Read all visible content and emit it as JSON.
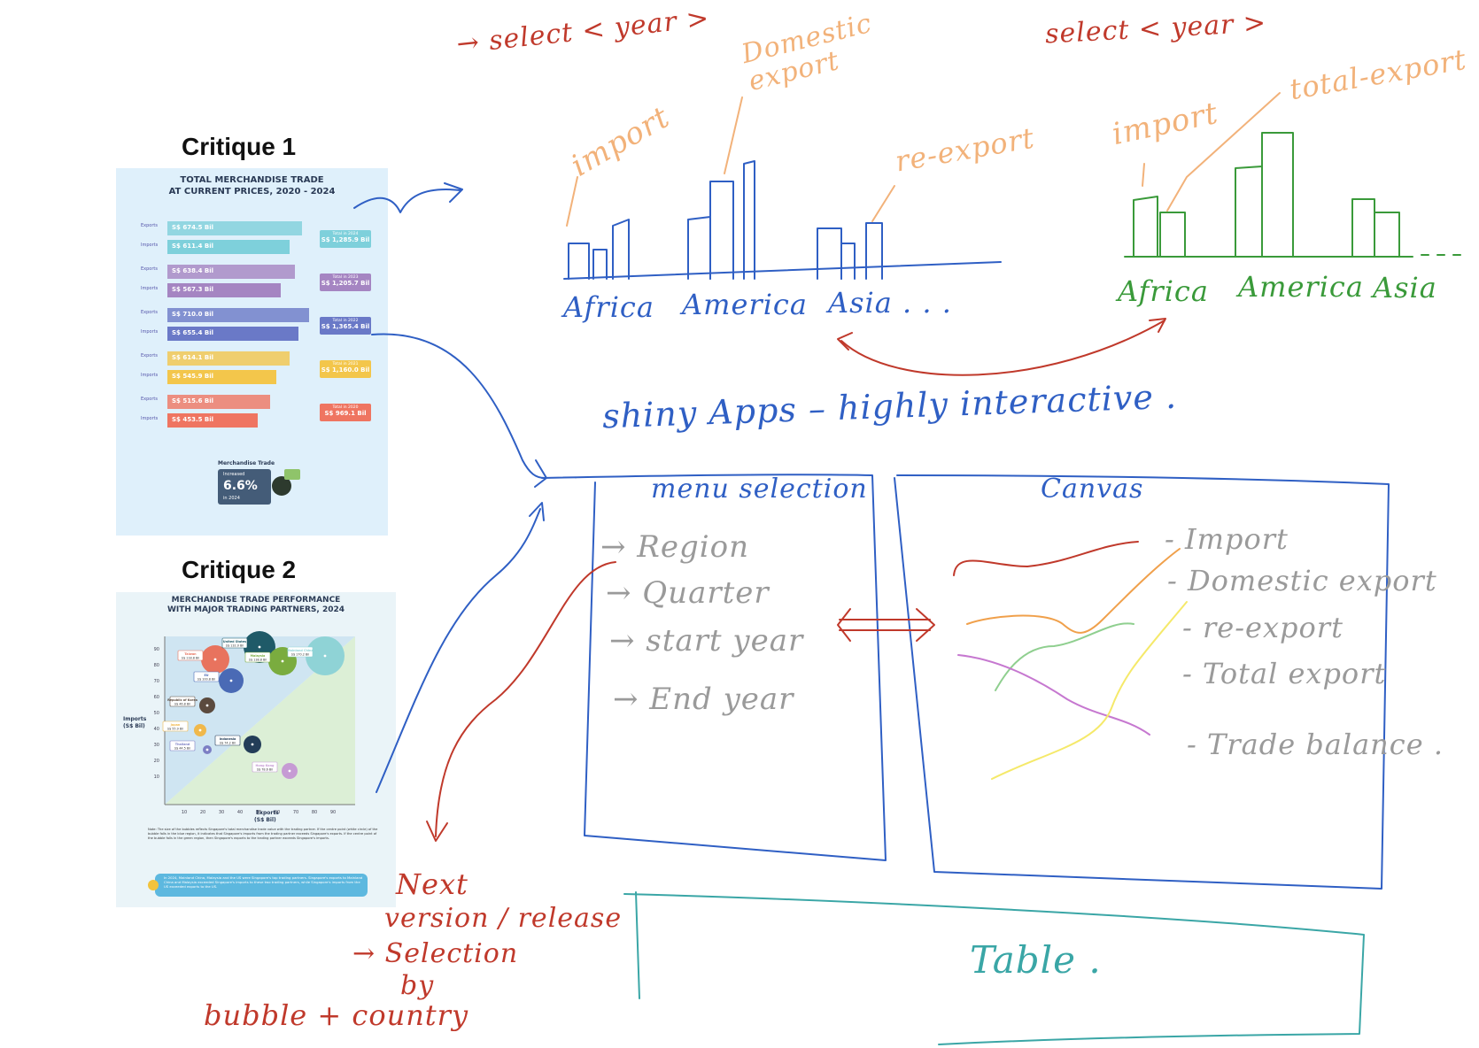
{
  "critiques": {
    "c1": {
      "heading": "Critique 1",
      "title_line1": "TOTAL MERCHANDISE TRADE",
      "title_line2": "AT CURRENT PRICES, 2020 - 2024",
      "rows": [
        {
          "exports": "S$ 674.5 Bil",
          "imports": "S$ 611.4 Bil",
          "total_label": "Total in 2024",
          "total": "S$ 1,285.9 Bil",
          "color": "#7ed0db"
        },
        {
          "exports": "S$ 638.4 Bil",
          "imports": "S$ 567.3 Bil",
          "total_label": "Total in 2023",
          "total": "S$ 1,205.7 Bil",
          "color": "#a585c2"
        },
        {
          "exports": "S$ 710.0 Bil",
          "imports": "S$ 655.4 Bil",
          "total_label": "Total in 2022",
          "total": "S$ 1,365.4 Bil",
          "color": "#6a79c7"
        },
        {
          "exports": "S$ 614.1 Bil",
          "imports": "S$ 545.9 Bil",
          "total_label": "Total in 2021",
          "total": "S$ 1,160.0 Bil",
          "color": "#f3c64b"
        },
        {
          "exports": "S$ 515.6 Bil",
          "imports": "S$ 453.5 Bil",
          "total_label": "Total in 2020",
          "total": "S$ 969.1 Bil",
          "color": "#ef7561"
        }
      ],
      "exports_label": "Exports",
      "imports_label": "Imports",
      "badge_title": "Merchandise Trade",
      "badge_line1": "Increased",
      "badge_value": "6.6%",
      "badge_line2": "in 2024"
    },
    "c2": {
      "heading": "Critique 2",
      "title_line1": "MERCHANDISE TRADE PERFORMANCE",
      "title_line2": "WITH MAJOR TRADING PARTNERS, 2024",
      "y_label1": "Imports",
      "y_label2": "(S$ Bil)",
      "x_label1": "Exports",
      "x_label2": "(S$ Bil)",
      "y_ticks": [
        "90",
        "80",
        "70",
        "60",
        "50",
        "40",
        "30",
        "20",
        "10"
      ],
      "x_ticks": [
        "10",
        "20",
        "30",
        "40",
        "50",
        "60",
        "70",
        "80",
        "90"
      ],
      "bubbles": [
        {
          "name": "Taiwan",
          "value": "S$ 118.8 Bil",
          "color": "#e8735e"
        },
        {
          "name": "United States",
          "value": "S$ 132.0 Bil",
          "color": "#1f5a68"
        },
        {
          "name": "Malaysia",
          "value": "S$ 138.8 Bil",
          "color": "#7aac3f"
        },
        {
          "name": "Mainland China",
          "value": "S$ 170.2 Bil",
          "color": "#8fd3d6"
        },
        {
          "name": "EU",
          "value": "S$ 100.8 Bil",
          "color": "#4a6ab5"
        },
        {
          "name": "Republic of Korea",
          "value": "S$ 46.8 Bil",
          "color": "#5b4a3e"
        },
        {
          "name": "Japan",
          "value": "S$ 55.9 Bil",
          "color": "#f0b84b"
        },
        {
          "name": "Thailand",
          "value": "S$ 44.5 Bil",
          "color": "#7c7fc4"
        },
        {
          "name": "Indonesia",
          "value": "S$ 74.2 Bil",
          "color": "#233d58"
        },
        {
          "name": "Hong Kong",
          "value": "S$ 78.6 Bil",
          "color": "#c69bd4"
        }
      ],
      "note": "Note: The size of the bubbles reflects Singapore's total merchandise trade value with the trading partner. If the centre point (white circle) of the bubble falls in the blue region, it indicates that Singapore's imports from the trading partner exceeds Singapore's exports. If the centre point of the bubble falls in the green region, then Singapore's exports to the trading partner exceeds Singapore's imports.",
      "callout": "In 2024, Mainland China, Malaysia and the US were Singapore's top trading partners. Singapore's exports to Mainland China and Malaysia exceeded Singapore's imports to these two trading partners, while Singapore's imports from the US exceeded exports to the US."
    }
  },
  "sketch": {
    "select_year_left": "→ select < year >",
    "select_year_right": "select < year >",
    "import_left": "import",
    "domestic_export": "Domestic\nexport",
    "re_export": "re-export",
    "import_right": "import",
    "total_export": "total-export",
    "left_regions": [
      "Africa",
      "America",
      "Asia . . ."
    ],
    "right_regions": [
      "Africa",
      "America",
      "Asia"
    ],
    "right_dots": ". . .",
    "shiny": "shiny Apps – highly interactive .",
    "menu_title": "menu selection",
    "menu_items": [
      "→ Region",
      "→ Quarter",
      "→ start year",
      "→ End year"
    ],
    "canvas_title": "Canvas",
    "legend": [
      "- Import",
      "- Domestic export",
      "- re-export",
      "- Total export",
      "- Trade balance ."
    ],
    "table_title": "Table .",
    "next_version": [
      "Next",
      "version / release",
      "→ Selection",
      "by",
      "bubble   + country"
    ]
  },
  "colors": {
    "red": "#c0392b",
    "orange": "#f2b27a",
    "blue": "#2f5fc4",
    "green": "#3a9a3a",
    "grey": "#9a9a9a",
    "teal": "#3aa6a6"
  }
}
